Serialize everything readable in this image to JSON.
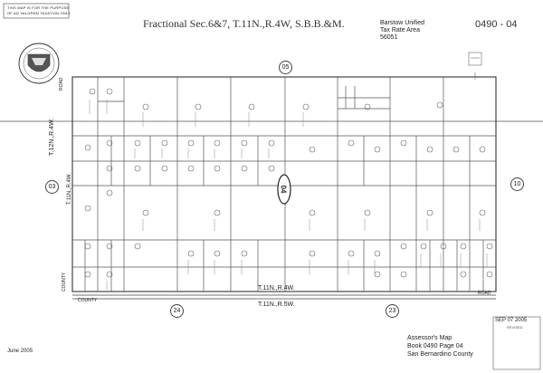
{
  "disclaimer": [
    "THIS MAP IS FOR THE PURPOSE",
    "OF AD VALOREM TAXATION ONLY."
  ],
  "title": "Fractional Sec.6&7, T.11N.,R.4W, S.B.B.&M.",
  "tax_area": {
    "line1": "Barstow Unified",
    "line2": "Tax Rate Area",
    "line3": "56051"
  },
  "book_page_code": "0490 - 04",
  "corner_stamp": "REVISED",
  "neighbor_sheets": {
    "top": "05",
    "left": "03",
    "right": "10",
    "bottom_left": "24",
    "bottom_right": "23"
  },
  "center_page_label": "04",
  "township_labels": {
    "left_upper": "T.12N.,R.4W.",
    "left_lower": "T.11N.,R.4W.",
    "bottom_upper": "T.11N.,R.4W.",
    "bottom_lower": "T.11N.,R.5W."
  },
  "road_labels": {
    "road_left": "ROAD",
    "county_left": "COUNTY",
    "county_bottom": "COUNTY",
    "road_bottom": "ROAD"
  },
  "date_stamp": "SEP 07 2005",
  "footer_date": "June 2005",
  "assessor_info": {
    "line1": "Assessor's Map",
    "line2": "Book 0490 Page 04",
    "line3": "San Bernardino County"
  }
}
